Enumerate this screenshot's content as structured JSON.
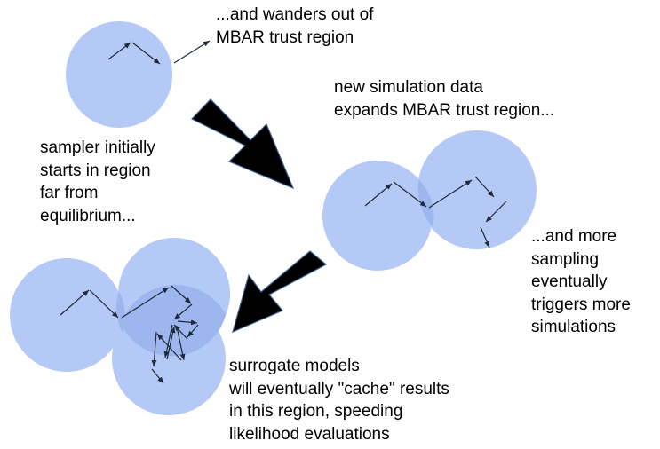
{
  "colors": {
    "circle_fill": "#b4c9f5",
    "circle_overlap": "#9db6ee",
    "big_arrow_fill": "#000000",
    "big_arrow_stroke": "#3a5f8f",
    "path_stroke": "#1e2a3a"
  },
  "labels": {
    "wanders": [
      "...and wanders out of",
      "MBAR trust region"
    ],
    "new_data": [
      "new simulation data",
      "expands MBAR trust region..."
    ],
    "sampler": [
      "sampler initially",
      "starts in region",
      "far from",
      "equilibrium..."
    ],
    "more_sampling": [
      "...and more",
      "sampling",
      "eventually",
      "triggers more",
      "simulations"
    ],
    "surrogate": [
      "surrogate models",
      "will eventually \"cache\" results",
      "in this region, speeding",
      "likelihood evaluations"
    ]
  },
  "stages": [
    {
      "name": "stage-1-single-region",
      "regions": 1
    },
    {
      "name": "stage-2-two-regions",
      "regions": 2
    },
    {
      "name": "stage-3-three-regions",
      "regions": 3
    }
  ]
}
